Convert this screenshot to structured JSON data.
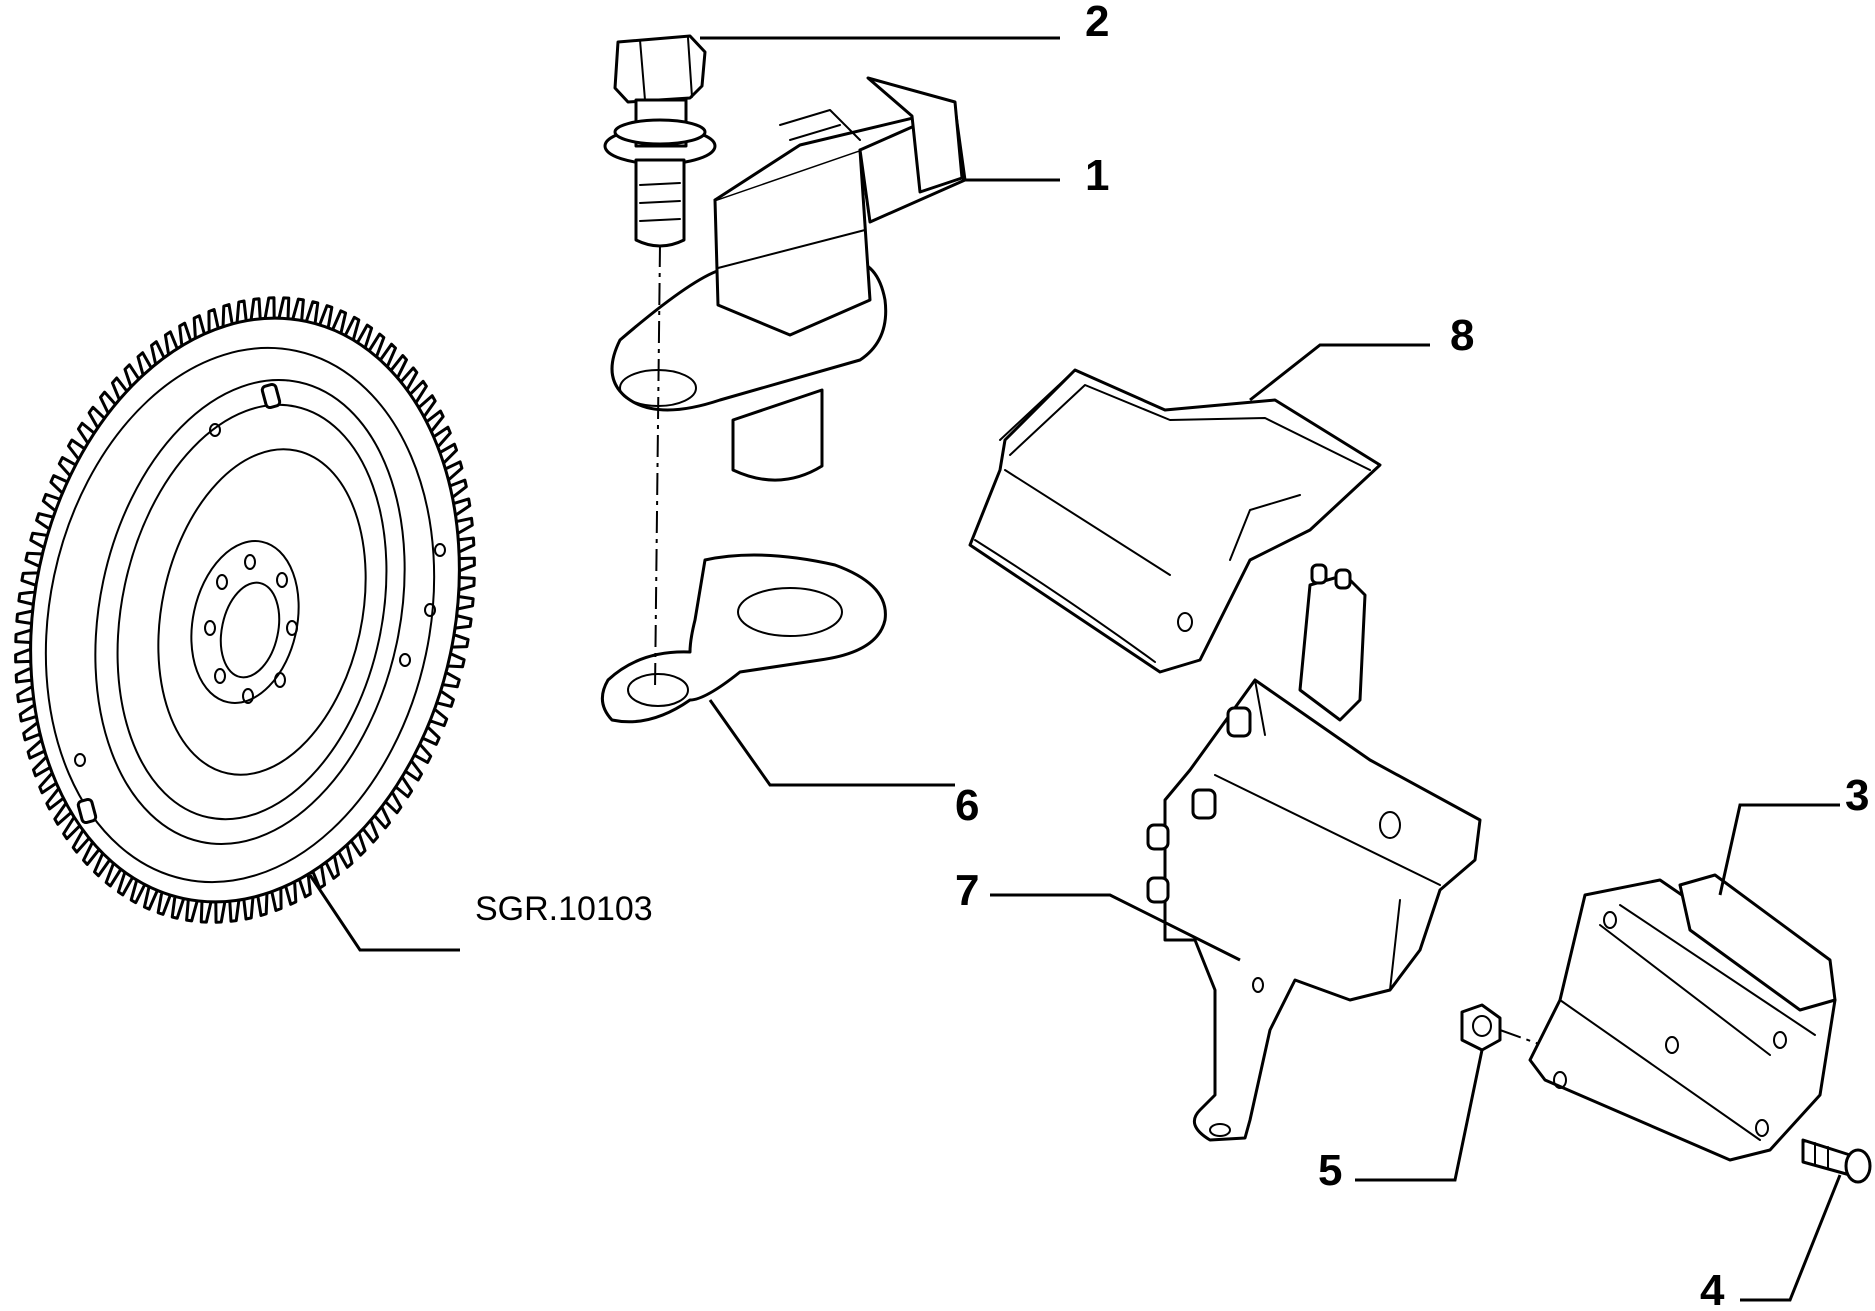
{
  "diagram": {
    "reference": "SGR.10103",
    "callouts": [
      "1",
      "2",
      "3",
      "4",
      "5",
      "6",
      "7",
      "8"
    ]
  }
}
